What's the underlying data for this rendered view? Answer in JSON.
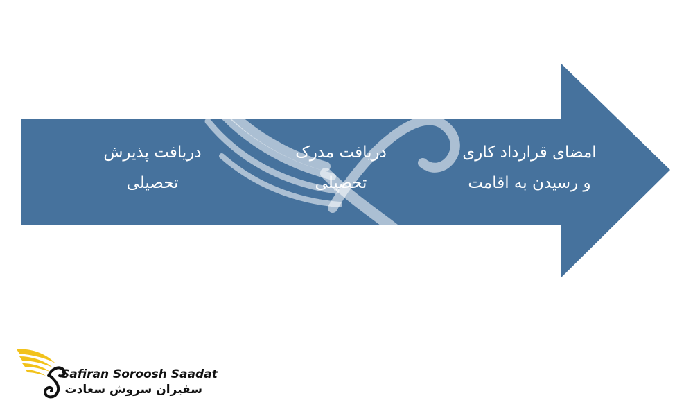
{
  "diagram": {
    "arrow_color": "#46729d",
    "watermark_color": "#ffffff",
    "steps": [
      {
        "line1": "امضای قرارداد کاری",
        "line2": "و رسیدن به اقامت"
      },
      {
        "line1": "دریافت مدرک",
        "line2": "تحصیلی"
      },
      {
        "line1": "دریافت پذیرش",
        "line2": "تحصیلی"
      }
    ]
  },
  "logo": {
    "latin_name": "Safiran Soroosh Saadat",
    "persian_name": "سفیران سروش سعادت",
    "wing_color": "#f2c21b",
    "text_color": "#111111"
  }
}
